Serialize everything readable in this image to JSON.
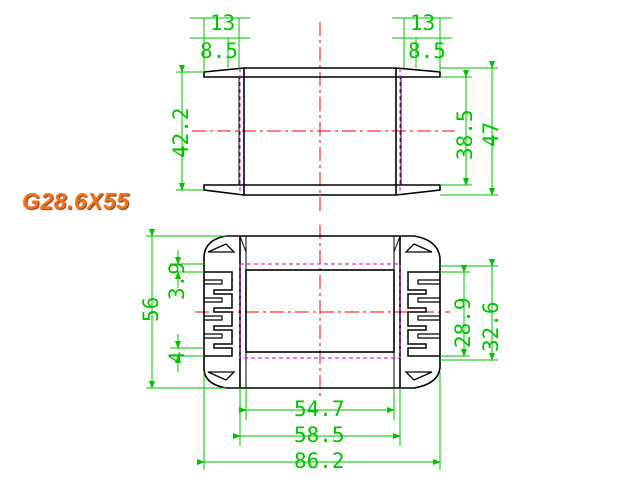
{
  "title": "G28.6X55",
  "colors": {
    "outline": "#000000",
    "dimension": "#00c000",
    "centerline": "#ff0000",
    "hidden": "#cc00cc",
    "title": "#f0731e"
  },
  "top_view": {
    "dims": {
      "left_top": "13",
      "left_sub": "8.5",
      "right_top": "13",
      "right_sub": "8.5",
      "left_height": "42.2",
      "right_inner": "38.5",
      "right_outer": "47"
    }
  },
  "front_view": {
    "dims": {
      "left_total": "56",
      "left_top": "3.9",
      "left_bottom": "4",
      "right_inner": "28.9",
      "right_outer": "32.6",
      "bottom_inner": "54.7",
      "bottom_middle": "58.5",
      "bottom_total": "86.2"
    }
  }
}
